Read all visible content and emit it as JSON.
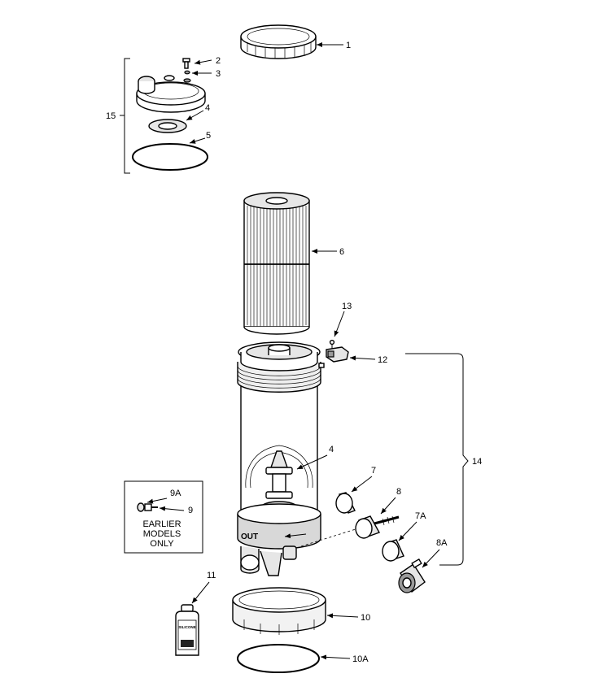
{
  "callouts": {
    "c1": "1",
    "c2": "2",
    "c3": "3",
    "c4_top": "4",
    "c5": "5",
    "c15": "15",
    "c6": "6",
    "c13": "13",
    "c12": "12",
    "c14": "14",
    "c4_mid": "4",
    "c7": "7",
    "c8": "8",
    "c7a": "7A",
    "c8a": "8A",
    "c9a": "9A",
    "c9": "9",
    "c11": "11",
    "c10": "10",
    "c10a": "10A"
  },
  "earlier_models_box": {
    "line1": "EARLIER",
    "line2": "MODELS",
    "line3": "ONLY"
  },
  "housing_marking": "OUT",
  "bottle_label": {
    "line1": "SILICONE"
  }
}
